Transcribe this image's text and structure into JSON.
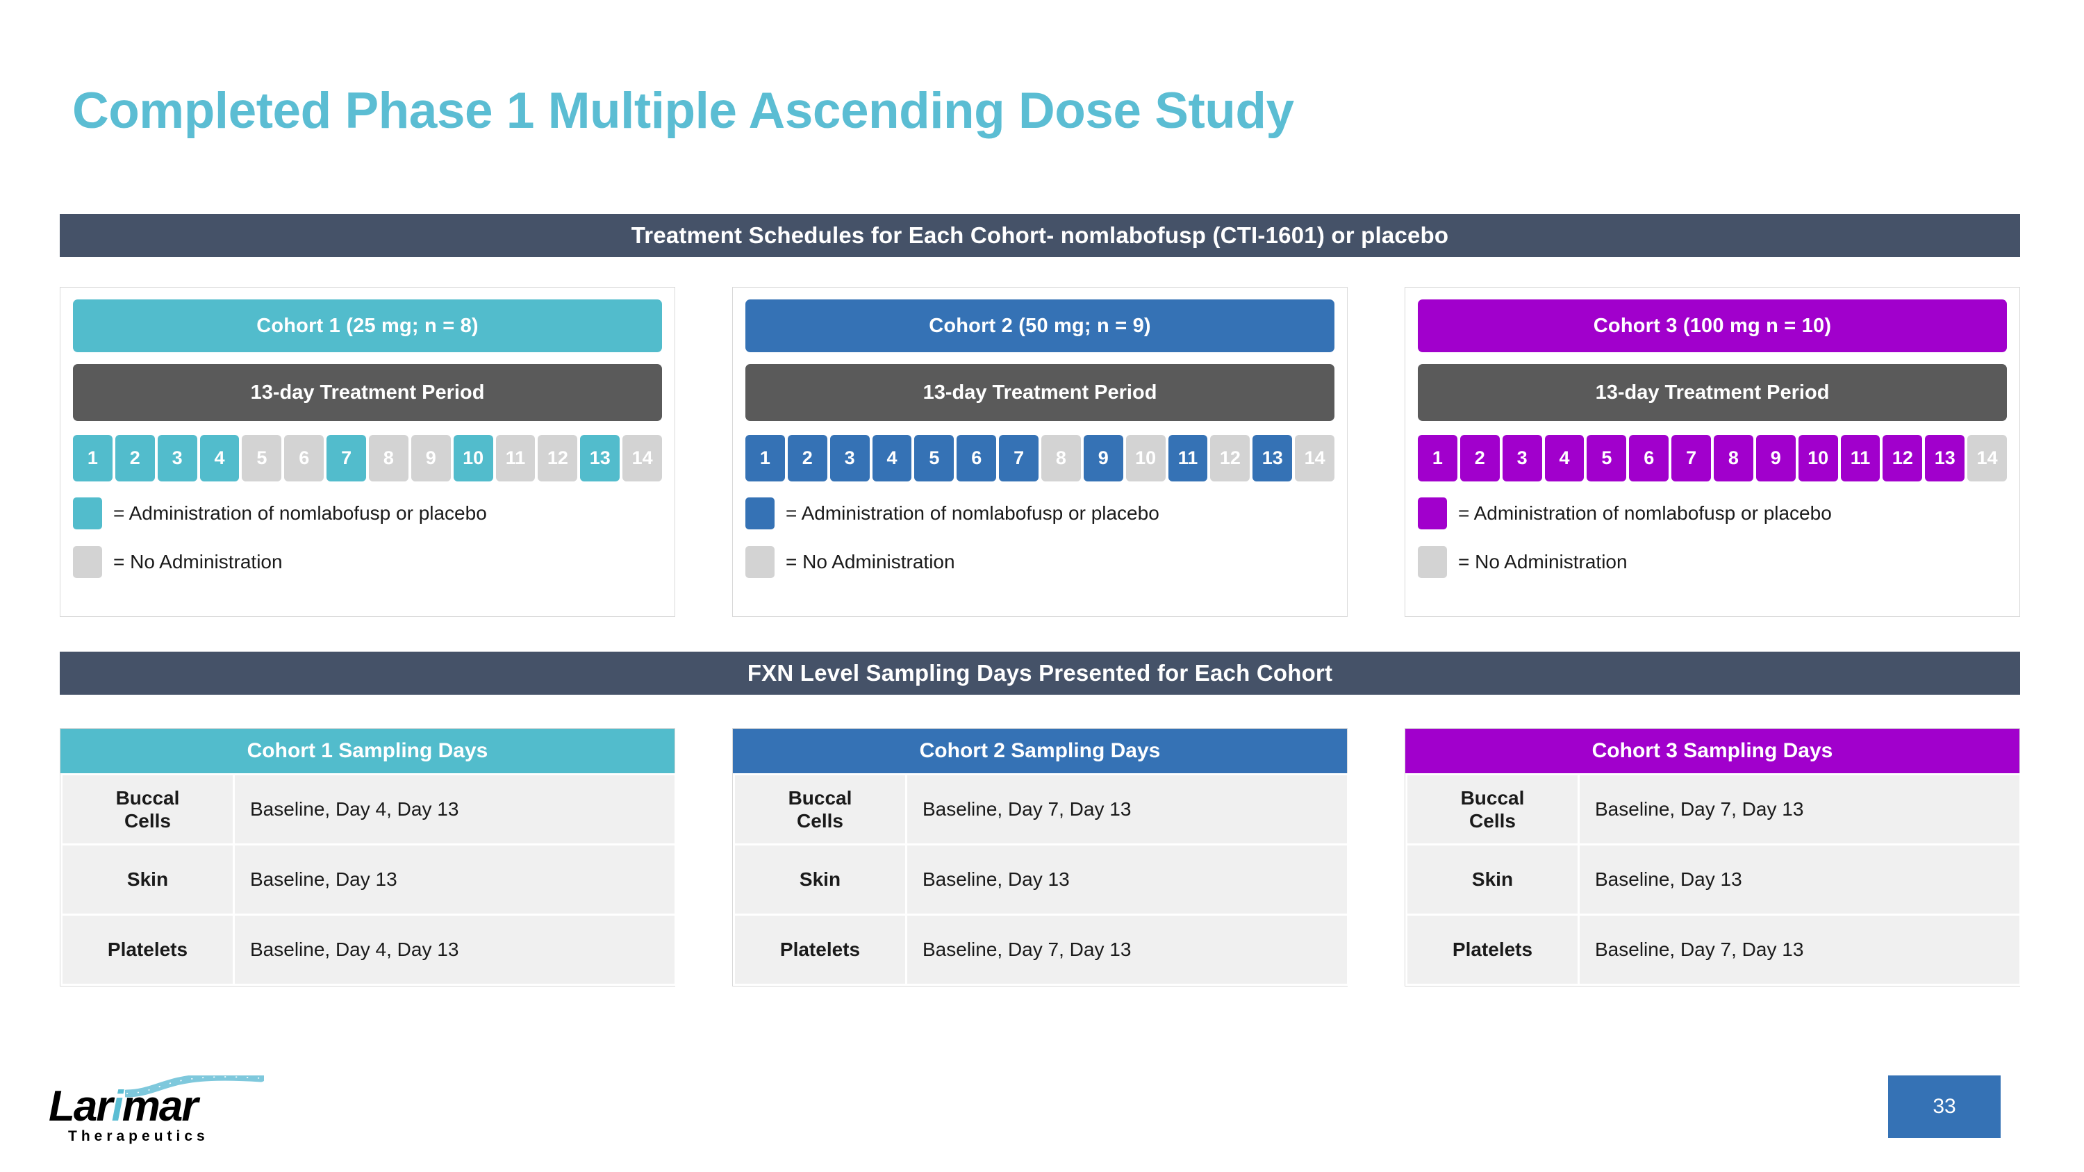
{
  "slide": {
    "title": "Completed Phase 1 Multiple Ascending Dose Study",
    "page_number": "33",
    "title_color": "#5BBDD3"
  },
  "banners": {
    "treatment": "Treatment Schedules for Each Cohort- nomlabofusp (CTI-1601) or placebo",
    "fxn": "FXN Level Sampling Days Presented for Each Cohort",
    "banner_color": "#455268"
  },
  "cohorts": [
    {
      "header": "Cohort 1 (25 mg; n = 8)",
      "color": "#52BCCC",
      "treatment_period": "13-day Treatment Period",
      "days": [
        "1",
        "2",
        "3",
        "4",
        "5",
        "6",
        "7",
        "8",
        "9",
        "10",
        "11",
        "12",
        "13",
        "14"
      ],
      "dosed_days": [
        1,
        2,
        3,
        4,
        7,
        10,
        13
      ],
      "legend_admin": "= Administration of nomlabofusp  or placebo",
      "legend_none": "= No Administration"
    },
    {
      "header": "Cohort 2 (50 mg; n = 9)",
      "color": "#3572B5",
      "treatment_period": "13-day Treatment Period",
      "days": [
        "1",
        "2",
        "3",
        "4",
        "5",
        "6",
        "7",
        "8",
        "9",
        "10",
        "11",
        "12",
        "13",
        "14"
      ],
      "dosed_days": [
        1,
        2,
        3,
        4,
        5,
        6,
        7,
        9,
        11,
        13
      ],
      "legend_admin": "= Administration of nomlabofusp or placebo",
      "legend_none": "= No Administration"
    },
    {
      "header": "Cohort 3 (100 mg n = 10)",
      "color": "#A100CC",
      "treatment_period": "13-day Treatment Period",
      "days": [
        "1",
        "2",
        "3",
        "4",
        "5",
        "6",
        "7",
        "8",
        "9",
        "10",
        "11",
        "12",
        "13",
        "14"
      ],
      "dosed_days": [
        1,
        2,
        3,
        4,
        5,
        6,
        7,
        8,
        9,
        10,
        11,
        12,
        13
      ],
      "legend_admin": "= Administration of nomlabofusp or placebo",
      "legend_none": "= No Administration"
    }
  ],
  "sampling_tables": [
    {
      "header": "Cohort 1 Sampling Days",
      "color": "#52BCCC",
      "rows": [
        {
          "label": "Buccal Cells",
          "label_line1": "Buccal",
          "label_line2": "Cells",
          "value": "Baseline, Day 4, Day 13"
        },
        {
          "label": "Skin",
          "label_line1": "Skin",
          "label_line2": "",
          "value": "Baseline, Day 13"
        },
        {
          "label": "Platelets",
          "label_line1": "Platelets",
          "label_line2": "",
          "value": "Baseline, Day 4, Day 13"
        }
      ]
    },
    {
      "header": "Cohort 2 Sampling Days",
      "color": "#3572B5",
      "rows": [
        {
          "label": "Buccal Cells",
          "label_line1": "Buccal",
          "label_line2": "Cells",
          "value": "Baseline, Day 7, Day 13"
        },
        {
          "label": "Skin",
          "label_line1": "Skin",
          "label_line2": "",
          "value": "Baseline, Day 13"
        },
        {
          "label": "Platelets",
          "label_line1": "Platelets",
          "label_line2": "",
          "value": "Baseline, Day 7, Day 13"
        }
      ]
    },
    {
      "header": "Cohort 3 Sampling Days",
      "color": "#A100CC",
      "rows": [
        {
          "label": "Buccal Cells",
          "label_line1": "Buccal",
          "label_line2": "Cells",
          "value": "Baseline, Day 7, Day 13"
        },
        {
          "label": "Skin",
          "label_line1": "Skin",
          "label_line2": "",
          "value": "Baseline, Day 13"
        },
        {
          "label": "Platelets",
          "label_line1": "Platelets",
          "label_line2": "",
          "value": "Baseline, Day 7, Day 13"
        }
      ]
    }
  ],
  "logo": {
    "word_before_i": "Lar",
    "word_i": "i",
    "word_after_i": "mar",
    "subtitle": "Therapeutics",
    "accent_color": "#5BBDD3"
  }
}
